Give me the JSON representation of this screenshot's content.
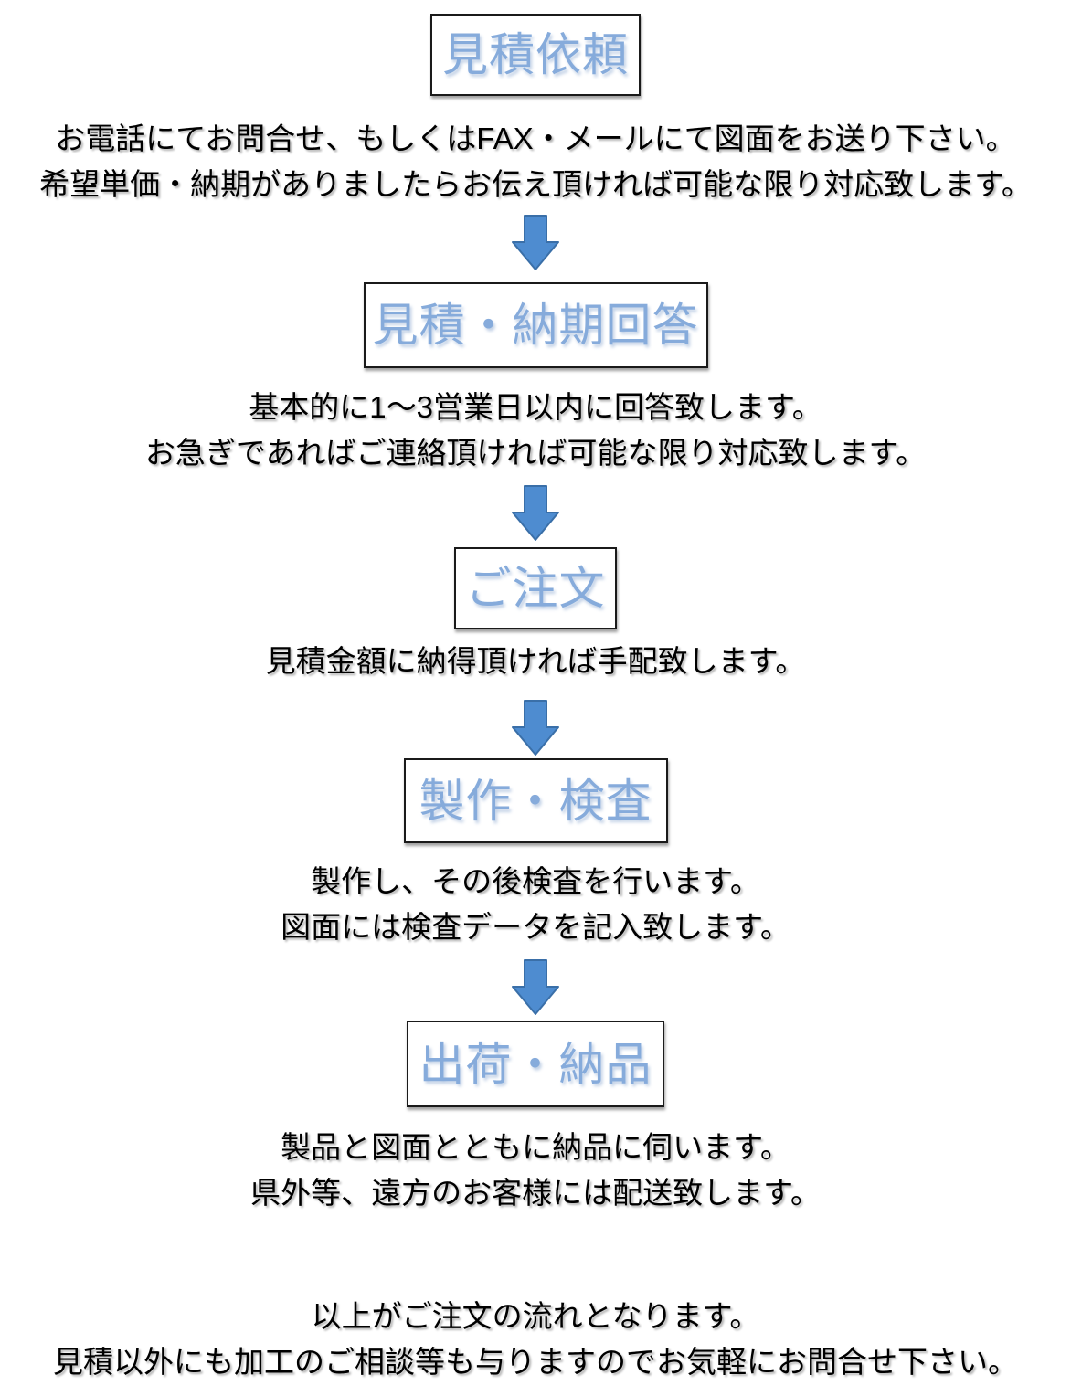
{
  "flow": {
    "steps": [
      {
        "title": "見積依頼",
        "description": [
          "お電話にてお問合せ、もしくはFAX・メールにて図面をお送り下さい。",
          "希望単価・納期がありましたらお伝え頂ければ可能な限り対応致します。"
        ]
      },
      {
        "title": "見積・納期回答",
        "description": [
          "基本的に1～3営業日以内に回答致します。",
          "お急ぎであればご連絡頂ければ可能な限り対応致します。"
        ]
      },
      {
        "title": "ご注文",
        "description": [
          "見積金額に納得頂ければ手配致します。"
        ]
      },
      {
        "title": "製作・検査",
        "description": [
          "製作し、その後検査を行います。",
          "図面には検査データを記入致します。"
        ]
      },
      {
        "title": "出荷・納品",
        "description": [
          "製品と図面とともに納品に伺います。",
          "県外等、遠方のお客様には配送致します。"
        ]
      }
    ],
    "footer": [
      "以上がご注文の流れとなります。",
      "見積以外にも加工のご相談等も与りますのでお気軽にお問合せ下さい。"
    ]
  },
  "colors": {
    "step_title_blue": "#86abdb",
    "arrow_fill": "#4e8cd0",
    "arrow_stroke": "#3a6fa8",
    "box_border": "#1a1a1a",
    "body_text": "#000000"
  }
}
